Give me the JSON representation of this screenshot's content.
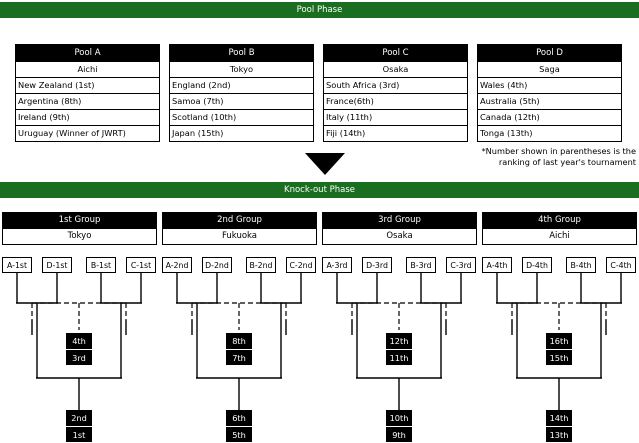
{
  "pool_phase": {
    "title": "Pool Phase",
    "pools": [
      {
        "name": "Pool A",
        "city": "Aichi",
        "teams": [
          "New Zealand (1st)",
          "Argentina (8th)",
          "Ireland (9th)",
          "Uruguay (Winner of JWRT)"
        ]
      },
      {
        "name": "Pool B",
        "city": "Tokyo",
        "teams": [
          "England (2nd)",
          "Samoa (7th)",
          "Scotland (10th)",
          "Japan (15th)"
        ]
      },
      {
        "name": "Pool C",
        "city": "Osaka",
        "teams": [
          "South Africa (3rd)",
          "France(6th)",
          "Italy (11th)",
          "Fiji (14th)"
        ]
      },
      {
        "name": "Pool D",
        "city": "Saga",
        "teams": [
          "Wales (4th)",
          "Australia (5th)",
          "Canada (12th)",
          "Tonga (13th)"
        ]
      }
    ],
    "note_line1": "*Number shown in parentheses is the",
    "note_line2": "ranking of last year's tournament"
  },
  "knockout_phase": {
    "title": "Knock-out Phase",
    "groups": [
      {
        "name": "1st Group",
        "city": "Tokyo",
        "seeds": [
          "A-1st",
          "D-1st",
          "B-1st",
          "C-1st"
        ],
        "upper_top": "4th",
        "upper_bottom": "3rd",
        "final_top": "2nd",
        "final_bottom": "1st"
      },
      {
        "name": "2nd Group",
        "city": "Fukuoka",
        "seeds": [
          "A-2nd",
          "D-2nd",
          "B-2nd",
          "C-2nd"
        ],
        "upper_top": "8th",
        "upper_bottom": "7th",
        "final_top": "6th",
        "final_bottom": "5th"
      },
      {
        "name": "3rd Group",
        "city": "Osaka",
        "seeds": [
          "A-3rd",
          "D-3rd",
          "B-3rd",
          "C-3rd"
        ],
        "upper_top": "12th",
        "upper_bottom": "11th",
        "final_top": "10th",
        "final_bottom": "9th"
      },
      {
        "name": "4th Group",
        "city": "Aichi",
        "seeds": [
          "A-4th",
          "D-4th",
          "B-4th",
          "C-4th"
        ],
        "upper_top": "16th",
        "upper_bottom": "15th",
        "final_top": "14th",
        "final_bottom": "13th"
      }
    ]
  },
  "colors": {
    "phase_bar": "#1a6e1f",
    "header": "#000000"
  },
  "icons": {
    "arrow": "down-triangle-icon"
  }
}
